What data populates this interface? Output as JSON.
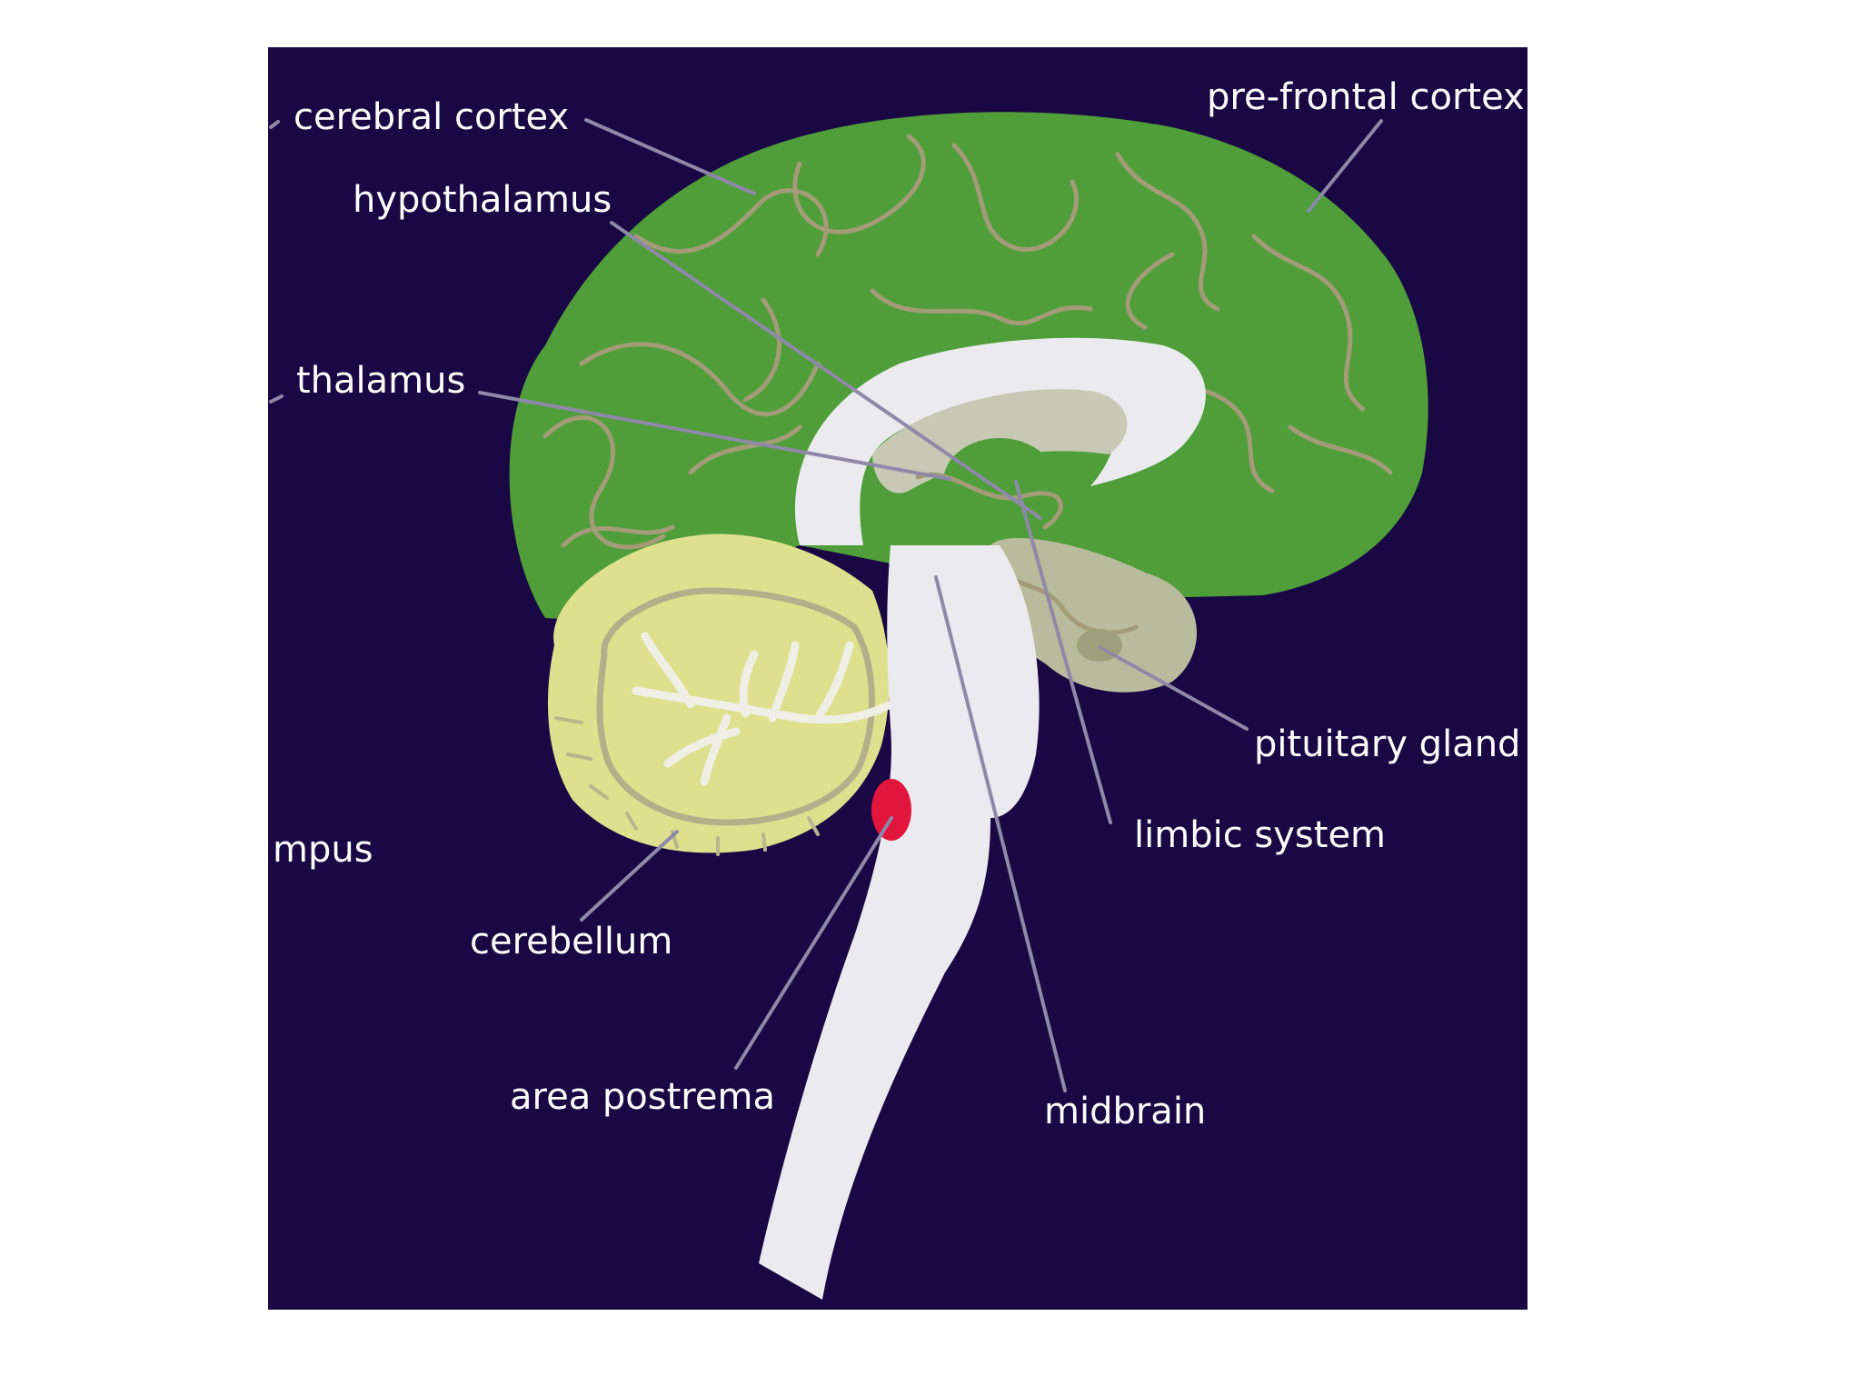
{
  "colors": {
    "background": "#190843",
    "cortex": "#4f9e3a",
    "gyri_lines": "#a49b78",
    "cerebellum": "#dfe08e",
    "cerebellum_inner": "#d0d074",
    "brainstem": "#ebebef",
    "limbic_shading": "#c7c9b4",
    "pituitary": "#b8bc9c",
    "area_postrema": "#e2153d",
    "leader_lines": "#8f88a8",
    "label_text": "#ffffff"
  },
  "labels": {
    "cerebral_cortex": "cerebral cortex",
    "prefrontal_cortex": "pre-frontal cortex",
    "hypothalamus": "hypothalamus",
    "thalamus": "thalamus",
    "hippocampus_partial": "mpus",
    "pituitary_gland": "pituitary gland",
    "limbic_system": "limbic system",
    "cerebellum": "cerebellum",
    "area_postrema": "area postrema",
    "midbrain": "midbrain"
  }
}
